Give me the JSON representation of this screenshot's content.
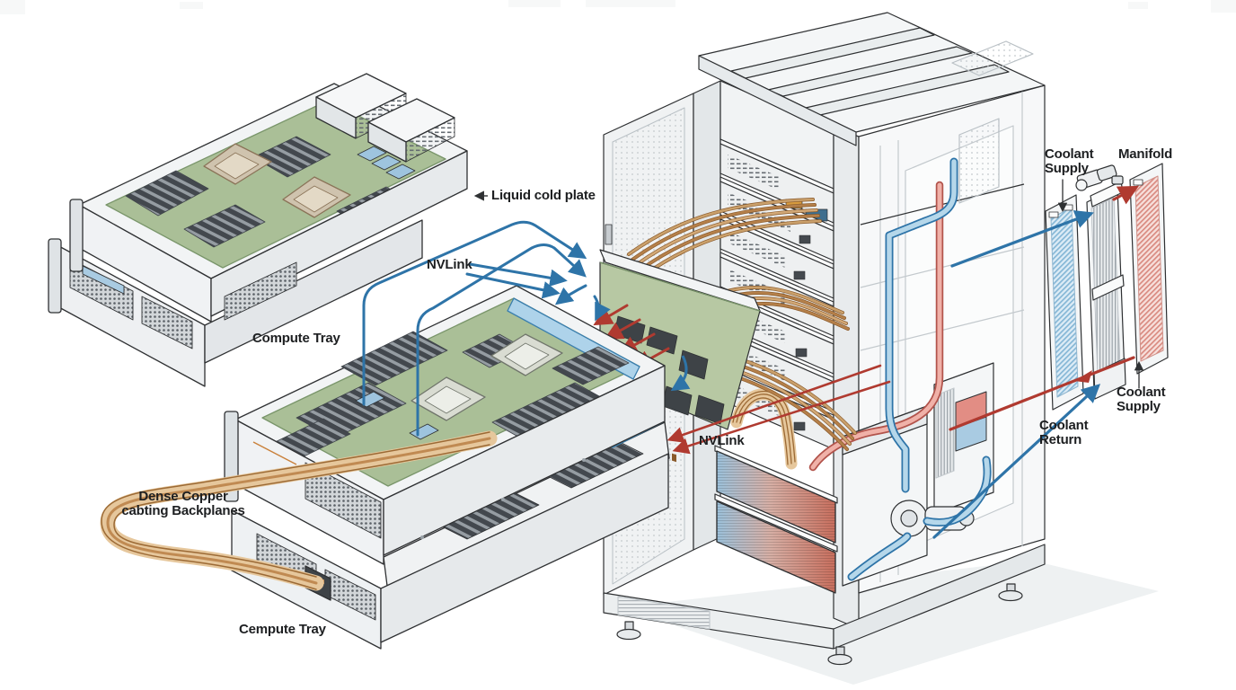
{
  "diagram": {
    "labels": {
      "liquid_cold_plate": "Liquid cold plate",
      "nvlink_left": "NVLink",
      "compute_tray_top": "Compute Tray",
      "dense_copper_backplanes": [
        "Dense Copper",
        "cabting Backplanes"
      ],
      "compute_tray_bottom": "Cempute Tray",
      "nvlink_right": "NVLink",
      "coolant_supply_top": [
        "Coolant",
        "Supply"
      ],
      "manifold": "Manifold",
      "coolant_supply_right": [
        "Coolant",
        "Supply"
      ],
      "coolant_return": [
        "Coolant",
        "Return"
      ]
    },
    "colors": {
      "outline": "#2f3133",
      "pcb_green": "#aabf97",
      "pcb_green_dark": "#79956a",
      "copper": "#c08a52",
      "copper_dark": "#8a5a2b",
      "copper_light": "#e6c79c",
      "coolant_blue": "#2e74a8",
      "coolant_blue_light": "#b5d7ea",
      "coolant_red": "#b03a30",
      "coolant_red_light": "#eec1bb",
      "metal_light": "#f2f4f5",
      "metal_mid": "#e2e6e8",
      "metal_dark": "#9aa2a8"
    }
  }
}
